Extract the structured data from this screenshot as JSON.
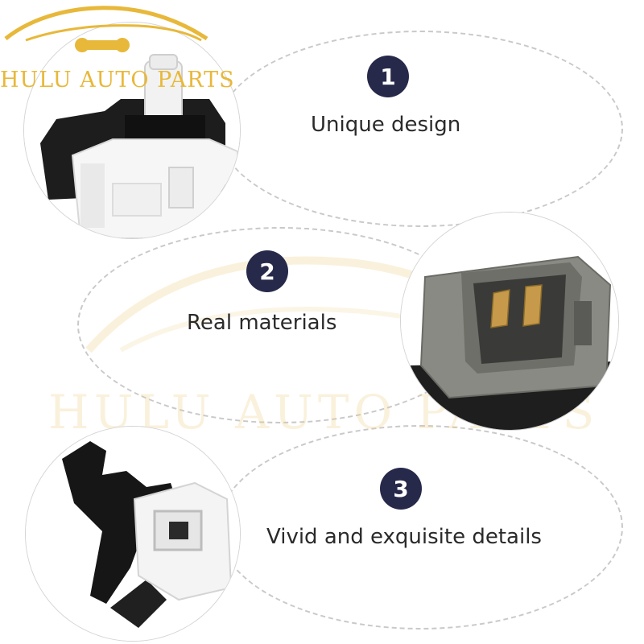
{
  "watermark": {
    "brand_text": "HULU AUTO PARTS",
    "color": "#e8b83a"
  },
  "features": [
    {
      "number": "1",
      "label": "Unique design"
    },
    {
      "number": "2",
      "label": "Real materials"
    },
    {
      "number": "3",
      "label": "Vivid and exquisite details"
    }
  ],
  "colors": {
    "badge": "#27294a",
    "label": "#2a2a2a",
    "dashed_line": "#c9c9c9"
  }
}
